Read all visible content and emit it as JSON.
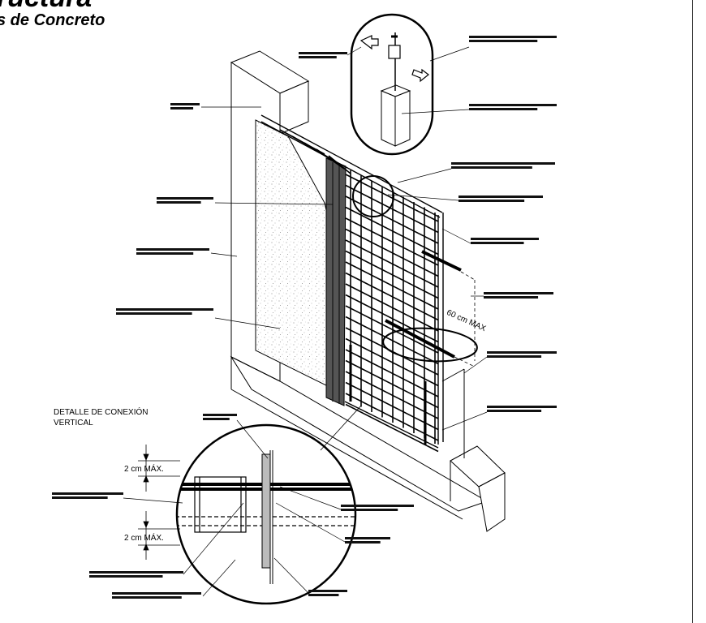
{
  "title": {
    "main": "ructura",
    "subtitle": "s de Concreto"
  },
  "detail": {
    "heading": "DETALLE DE CONEXIÓN VERTICAL",
    "dim_top": "2 cm MÁX.",
    "dim_bottom": "2 cm MÁX."
  },
  "dimension_60": "60 cm MAX",
  "colors": {
    "ink": "#000000",
    "redacted_label": "#111111",
    "background": "#ffffff"
  }
}
